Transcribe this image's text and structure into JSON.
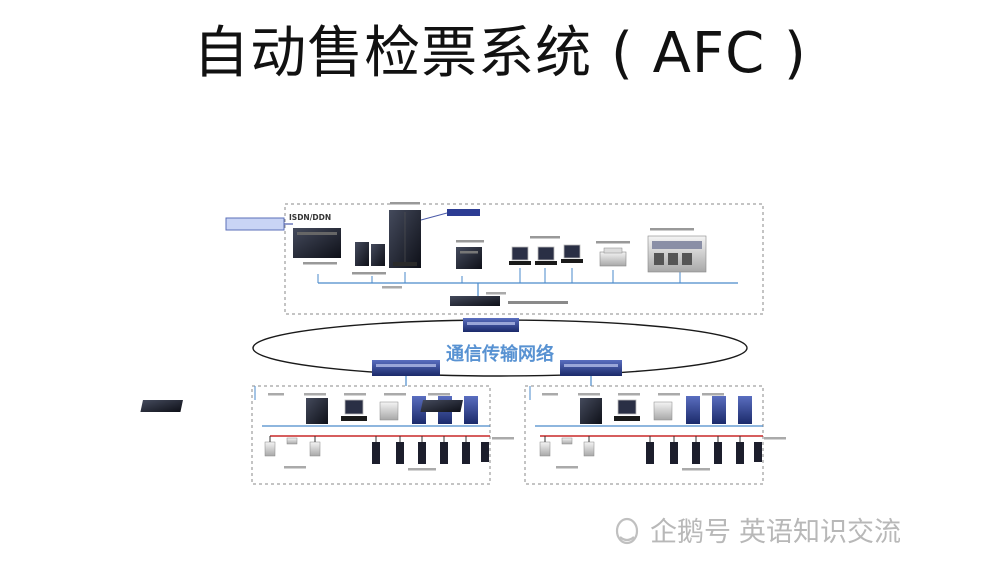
{
  "slide": {
    "title": "自动售检票系统 ( AFC )"
  },
  "diagram": {
    "ring_label": "通信传输网络",
    "top_badge": "ISDN/DDN",
    "bank_box": "",
    "top_blue_tag": "",
    "station_nodes": [
      "",
      ""
    ]
  },
  "watermark": {
    "brand": "企鹅号",
    "account": "英语知识交流"
  },
  "colors": {
    "ring_text": "#2f78c8",
    "device_dark": "#1c1e2c",
    "device_blue": "#2a3e8c",
    "line_red": "#c82828",
    "line_blue": "#4a8acb"
  }
}
